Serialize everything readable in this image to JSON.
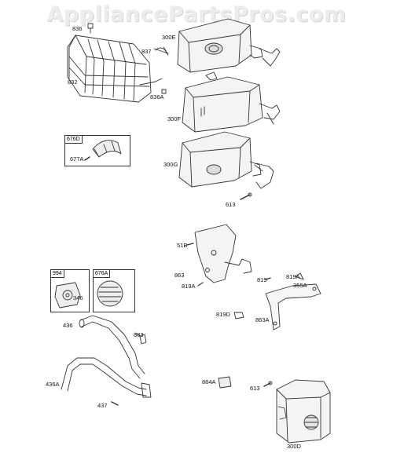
{
  "watermark": "AppliancePartsPros.com",
  "parts": {
    "p836": "836",
    "p837": "837",
    "p832": "832",
    "p300E": "300E",
    "p836A": "836A",
    "p300F": "300F",
    "p676D": "676D",
    "p677A": "677A",
    "p300G": "300G",
    "p613a": "613",
    "p51B": "51B",
    "p863": "863",
    "p819A_left": "819A",
    "p819": "819",
    "p819A_right": "819A",
    "p355A": "355A",
    "p994": "994",
    "p346": "346",
    "p676A": "676A",
    "p819D": "819D",
    "p863A": "863A",
    "p436": "436",
    "p883": "883",
    "p436A": "436A",
    "p884A": "884A",
    "p613b": "613",
    "p437": "437",
    "p300D": "300D"
  },
  "colors": {
    "line": "#333333",
    "shade": "#9a9a9a",
    "light": "#e6e6e6"
  }
}
